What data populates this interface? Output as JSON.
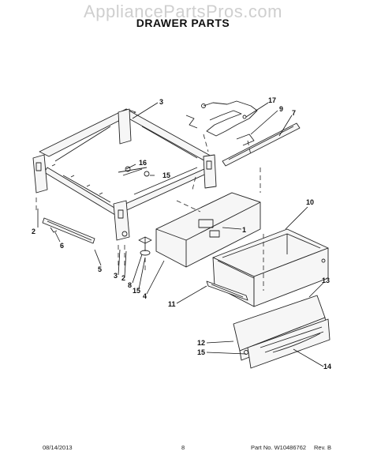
{
  "watermark": "AppliancePartsPros.com",
  "title": "DRAWER PARTS",
  "footer": {
    "date": "08/14/2013",
    "page": "8",
    "part_no": "Part No. W10486762",
    "rev": "Rev. B"
  },
  "callouts": {
    "c3top": "3",
    "c17": "17",
    "c9": "9",
    "c7": "7",
    "c16": "16",
    "c15a": "15",
    "c10": "10",
    "c1": "1",
    "c2left": "2",
    "c6": "6",
    "c5": "5",
    "c3b": "3",
    "c2b": "2",
    "c8": "8",
    "c15b": "15",
    "c4": "4",
    "c11": "11",
    "c13": "13",
    "c12": "12",
    "c15c": "15",
    "c14": "14"
  }
}
